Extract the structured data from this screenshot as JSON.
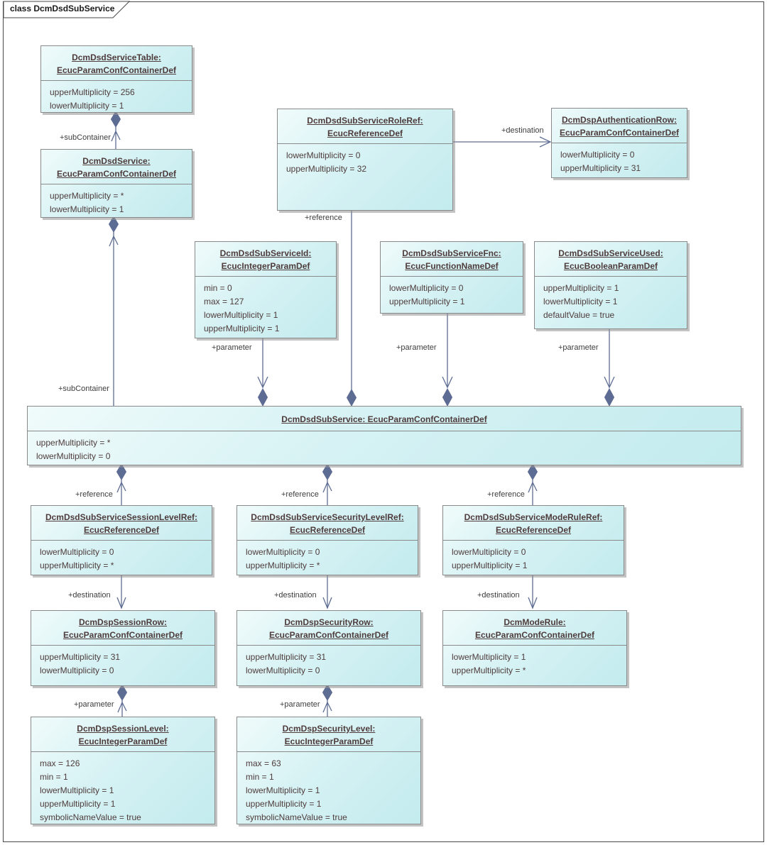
{
  "frame": {
    "title": "class DcmDsdSubService"
  },
  "labels": {
    "sub_container": "+subContainer",
    "reference": "+reference",
    "parameter": "+parameter",
    "destination": "+destination"
  },
  "boxes": [
    {
      "name": "DcmDsdServiceTable:",
      "type": "EcucParamConfContainerDef",
      "attrs": [
        "upperMultiplicity = 256",
        "lowerMultiplicity = 1"
      ]
    },
    {
      "name": "DcmDsdService:",
      "type": "EcucParamConfContainerDef",
      "attrs": [
        "upperMultiplicity = *",
        "lowerMultiplicity = 1"
      ]
    },
    {
      "name": "DcmDsdSubServiceRoleRef:",
      "type": "EcucReferenceDef",
      "attrs": [
        "lowerMultiplicity = 0",
        "upperMultiplicity = 32"
      ]
    },
    {
      "name": "DcmDspAuthenticationRow:",
      "type": "EcucParamConfContainerDef",
      "attrs": [
        "lowerMultiplicity = 0",
        "upperMultiplicity = 31"
      ]
    },
    {
      "name": "DcmDsdSubServiceId:",
      "type": "EcucIntegerParamDef",
      "attrs": [
        "min = 0",
        "max = 127",
        "lowerMultiplicity = 1",
        "upperMultiplicity = 1"
      ]
    },
    {
      "name": "DcmDsdSubServiceFnc:",
      "type": "EcucFunctionNameDef",
      "attrs": [
        "lowerMultiplicity = 0",
        "upperMultiplicity = 1"
      ]
    },
    {
      "name": "DcmDsdSubServiceUsed:",
      "type": "EcucBooleanParamDef",
      "attrs": [
        "upperMultiplicity = 1",
        "lowerMultiplicity = 1",
        "defaultValue = true"
      ]
    },
    {
      "name": "DcmDsdSubService: EcucParamConfContainerDef",
      "type": "",
      "attrs": [
        "upperMultiplicity = *",
        "lowerMultiplicity = 0"
      ]
    },
    {
      "name": "DcmDsdSubServiceSessionLevelRef:",
      "type": "EcucReferenceDef",
      "attrs": [
        "lowerMultiplicity = 0",
        "upperMultiplicity = *"
      ]
    },
    {
      "name": "DcmDsdSubServiceSecurityLevelRef:",
      "type": "EcucReferenceDef",
      "attrs": [
        "lowerMultiplicity = 0",
        "upperMultiplicity = *"
      ]
    },
    {
      "name": "DcmDsdSubServiceModeRuleRef:",
      "type": "EcucReferenceDef",
      "attrs": [
        "lowerMultiplicity = 0",
        "upperMultiplicity = 1"
      ]
    },
    {
      "name": "DcmDspSessionRow:",
      "type": "EcucParamConfContainerDef",
      "attrs": [
        "upperMultiplicity = 31",
        "lowerMultiplicity = 0"
      ]
    },
    {
      "name": "DcmDspSecurityRow:",
      "type": "EcucParamConfContainerDef",
      "attrs": [
        "upperMultiplicity = 31",
        "lowerMultiplicity = 0"
      ]
    },
    {
      "name": "DcmModeRule:",
      "type": "EcucParamConfContainerDef",
      "attrs": [
        "lowerMultiplicity = 1",
        "upperMultiplicity = *"
      ]
    },
    {
      "name": "DcmDspSessionLevel:",
      "type": "EcucIntegerParamDef",
      "attrs": [
        "max = 126",
        "min = 1",
        "lowerMultiplicity = 1",
        "upperMultiplicity = 1",
        "symbolicNameValue = true"
      ]
    },
    {
      "name": "DcmDspSecurityLevel:",
      "type": "EcucIntegerParamDef",
      "attrs": [
        "max = 63",
        "min = 1",
        "lowerMultiplicity = 1",
        "upperMultiplicity = 1",
        "symbolicNameValue = true"
      ]
    }
  ],
  "colors": {
    "box_fill": "#cdeff1",
    "box_border": "#8a8a8a",
    "connector": "#5d6c92",
    "text": "#4e3b3b"
  }
}
